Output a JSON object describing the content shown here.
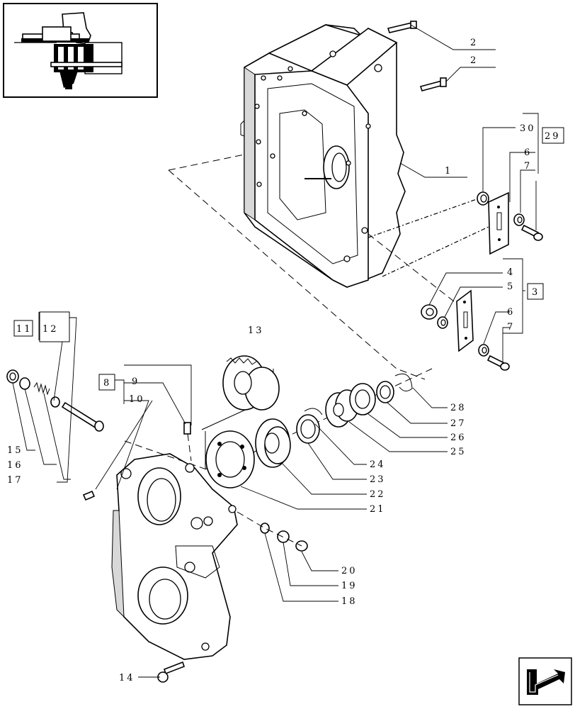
{
  "diagram": {
    "callouts": {
      "c1": "1",
      "c2a": "2",
      "c2b": "2",
      "c30": "30",
      "c29": "29",
      "c6a": "6",
      "c7a": "7",
      "c4": "4",
      "c5": "5",
      "c3": "3",
      "c6b": "6",
      "c7b": "7",
      "c11": "11",
      "c12": "12",
      "c13": "13",
      "c8": "8",
      "c9": "9",
      "c10": "10",
      "c15": "15",
      "c16": "16",
      "c17": "17",
      "c28": "28",
      "c27": "27",
      "c26": "26",
      "c25": "25",
      "c24": "24",
      "c23": "23",
      "c22": "22",
      "c21": "21",
      "c20": "20",
      "c19": "19",
      "c18": "18",
      "c14": "14"
    }
  }
}
